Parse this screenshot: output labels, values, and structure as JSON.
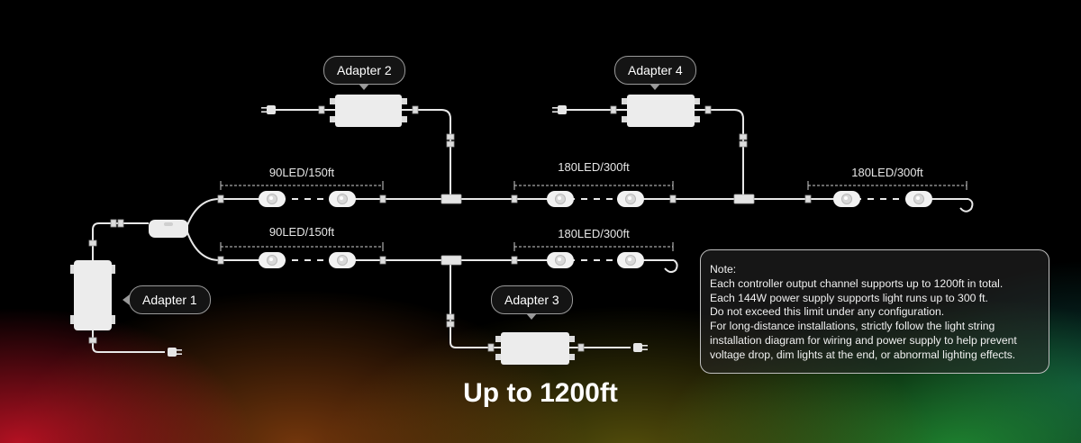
{
  "adapters": {
    "a1": "Adapter 1",
    "a2": "Adapter 2",
    "a3": "Adapter 3",
    "a4": "Adapter 4"
  },
  "segments": {
    "top1": "90LED/150ft",
    "top2": "180LED/300ft",
    "top3": "180LED/300ft",
    "bot1": "90LED/150ft",
    "bot2": "180LED/300ft"
  },
  "note": {
    "title": "Note:",
    "lines": [
      "Each controller output channel supports up to 1200ft in total.",
      "Each 144W power supply supports light runs up to 300 ft.",
      "Do not exceed this limit under any configuration.",
      "For long-distance installations, strictly follow the light string",
      "installation diagram for wiring and power supply to help prevent",
      "voltage drop, dim lights at the end, or abnormal lighting effects."
    ]
  },
  "headline": "Up to 1200ft",
  "colors": {
    "cable": "#e8e8e8",
    "device": "#ececec",
    "badge_bg": "#141414"
  },
  "icons": [
    "power-adapter-icon",
    "controller-icon",
    "plug-icon",
    "led-light-icon",
    "connector-icon"
  ]
}
